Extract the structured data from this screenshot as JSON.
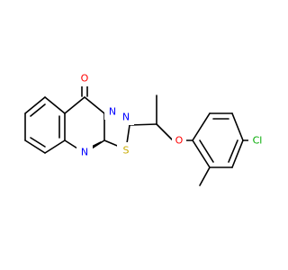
{
  "molecule": {
    "atoms": [
      {
        "label": "O",
        "color": "#ff0000"
      },
      {
        "label": "N",
        "color": "#0000ff"
      },
      {
        "label": "N",
        "color": "#0000ff"
      },
      {
        "label": "S",
        "color": "#c8aa00"
      },
      {
        "label": "N",
        "color": "#0000ff"
      },
      {
        "label": "O",
        "color": "#ff0000"
      },
      {
        "label": "Cl",
        "color": "#00aa00"
      }
    ]
  }
}
